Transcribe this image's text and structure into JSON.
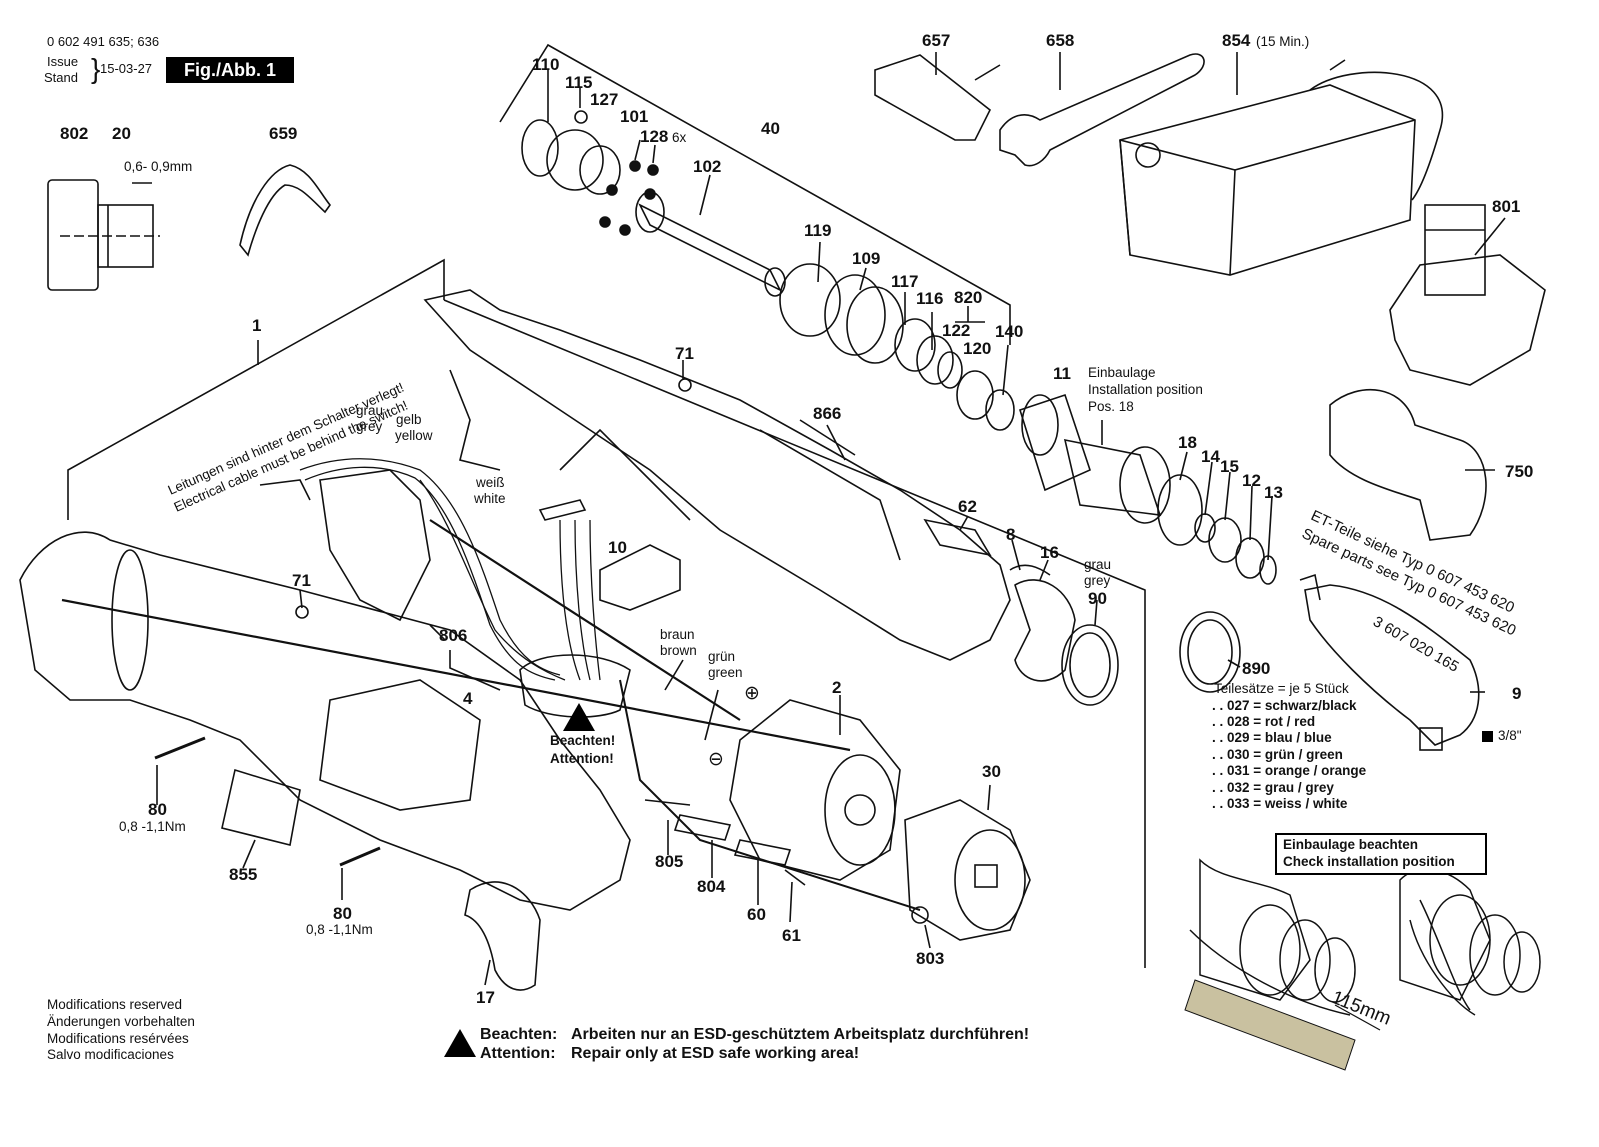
{
  "header": {
    "part_numbers": "0 602 491 635; 636",
    "issue_label": "Issue",
    "stand_label": "Stand",
    "date": "15-03-27",
    "figure_label": "Fig./Abb. 1"
  },
  "callouts": {
    "c802": "802",
    "c20": "20",
    "gap": "0,6- 0,9mm",
    "c659": "659",
    "c1": "1",
    "c110": "110",
    "c115": "115",
    "c127": "127",
    "c101": "101",
    "c128": "128",
    "c128_qty": "6x",
    "c102": "102",
    "c40": "40",
    "c119": "119",
    "c109": "109",
    "c117": "117",
    "c116": "116",
    "c820": "820",
    "c122": "122",
    "c120": "120",
    "c140": "140",
    "c657": "657",
    "c658": "658",
    "c854": "854",
    "c854_note": "(15 Min.)",
    "c801": "801",
    "c71a": "71",
    "c866": "866",
    "c11": "11",
    "install_de": "Einbaulage",
    "install_en": "Installation position",
    "install_pos": "Pos. 18",
    "c18": "18",
    "c14": "14",
    "c15": "15",
    "c12": "12",
    "c13": "13",
    "c750": "750",
    "c62": "62",
    "c8": "8",
    "c16": "16",
    "grau2": "grau",
    "grey2": "grey",
    "c90": "90",
    "c10": "10",
    "c71b": "71",
    "c806": "806",
    "c4": "4",
    "grau1": "grau",
    "grey1": "grey",
    "gelb": "gelb",
    "yellow": "yellow",
    "weiss": "weiß",
    "white": "white",
    "braun": "braun",
    "brown": "brown",
    "gruen": "grün",
    "green": "green",
    "plus": "⊕",
    "minus": "⊖",
    "beachten": "Beachten!",
    "attention": "Attention!",
    "c2": "2",
    "c30": "30",
    "c80a": "80",
    "torque_a": "0,8 -1,1Nm",
    "c855": "855",
    "c80b": "80",
    "torque_b": "0,8 -1,1Nm",
    "c17": "17",
    "c805": "805",
    "c804": "804",
    "c60": "60",
    "c61": "61",
    "c803": "803",
    "c890": "890",
    "c9": "9",
    "drive_size": "3/8\"",
    "c115mm": "115mm"
  },
  "rotated_notes": {
    "wiring_de": "Leitungen sind hinter dem Schalter verlegt!",
    "wiring_en": "Electrical cable must be behind the switch!",
    "spare_de": "ET-Teile siehe   Typ   0 607 453 620",
    "spare_en": "Spare parts see Typ   0 607 453 620",
    "head_part": "3 607 020 165"
  },
  "color_sets": {
    "title": "Teilesätze = je 5 Stück",
    "items": [
      ". . 027 = schwarz/black",
      ". . 028 = rot / red",
      ". . 029 = blau / blue",
      ". . 030 = grün / green",
      ". . 031 = orange / orange",
      ". . 032 = grau / grey",
      ". . 033 = weiss / white"
    ]
  },
  "install_note": {
    "de": "Einbaulage beachten",
    "en": "Check installation position"
  },
  "footer": {
    "mods": [
      "Modifications reserved",
      "Änderungen vorbehalten",
      "Modifications resérvées",
      "Salvo modificaciones"
    ],
    "esd_de_label": "Beachten:",
    "esd_de_text": "Arbeiten nur an ESD-geschütztem Arbeitsplatz durchführen!",
    "esd_en_label": "Attention:",
    "esd_en_text": "Repair only at ESD safe working area!"
  },
  "colors": {
    "ink": "#111111",
    "paper": "#ffffff",
    "hatch": "#c9c1a0"
  }
}
